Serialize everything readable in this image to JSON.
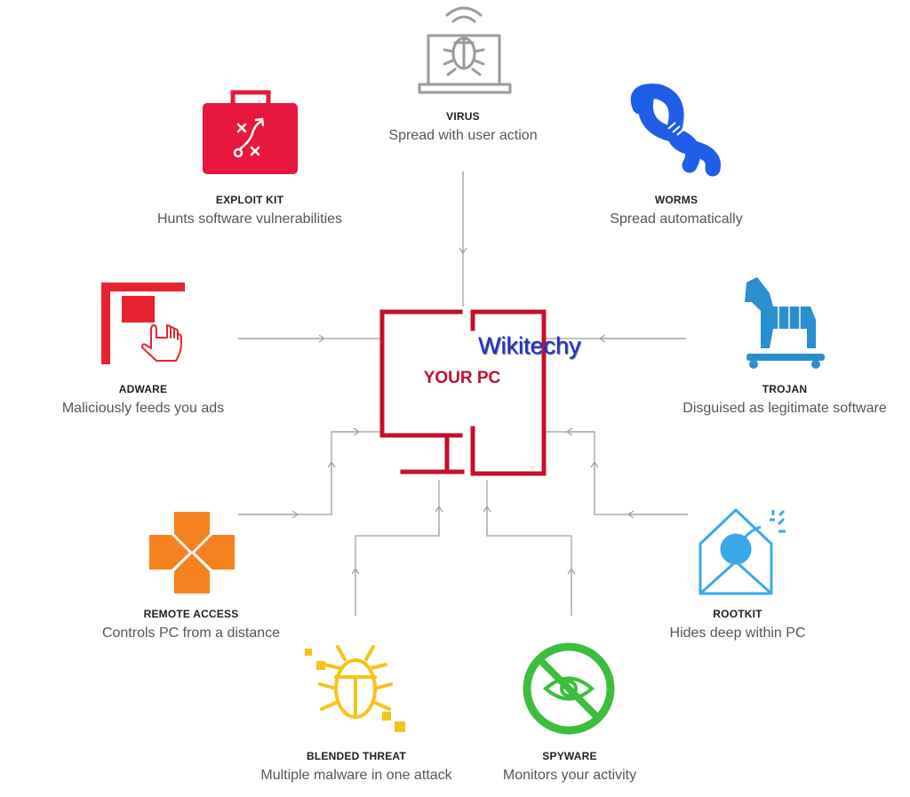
{
  "center": {
    "label": "YOUR PC",
    "watermark": "Wikitechy"
  },
  "threats": {
    "virus": {
      "title": "VIRUS",
      "desc": "Spread with user action",
      "icon": "virus-laptop-icon",
      "color": "#9a9a9a"
    },
    "exploit": {
      "title": "EXPLOIT KIT",
      "desc": "Hunts software vulnerabilities",
      "icon": "exploit-kit-briefcase-icon",
      "color": "#e8173e"
    },
    "worms": {
      "title": "WORMS",
      "desc": "Spread automatically",
      "icon": "worm-icon",
      "color": "#1f5ee6"
    },
    "adware": {
      "title": "ADWARE",
      "desc": "Maliciously feeds you ads",
      "icon": "adware-hand-icon",
      "color": "#e8232f"
    },
    "trojan": {
      "title": "TROJAN",
      "desc": "Disguised as legitimate software",
      "icon": "trojan-horse-icon",
      "color": "#2a8fcf"
    },
    "remote": {
      "title": "REMOTE ACCESS",
      "desc": "Controls PC from a distance",
      "icon": "remote-access-icon",
      "color": "#f5821f"
    },
    "rootkit": {
      "title": "ROOTKIT",
      "desc": "Hides deep within PC",
      "icon": "rootkit-envelope-icon",
      "color": "#3aa9ea"
    },
    "blended": {
      "title": "BLENDED THREAT",
      "desc": "Multiple malware in one attack",
      "icon": "bug-icon",
      "color": "#f6c419"
    },
    "spyware": {
      "title": "SPYWARE",
      "desc": "Monitors your activity",
      "icon": "spyware-eye-icon",
      "color": "#3cbf3c"
    }
  },
  "colors": {
    "pc": "#c40f2d",
    "connector": "#9d9d9d"
  }
}
